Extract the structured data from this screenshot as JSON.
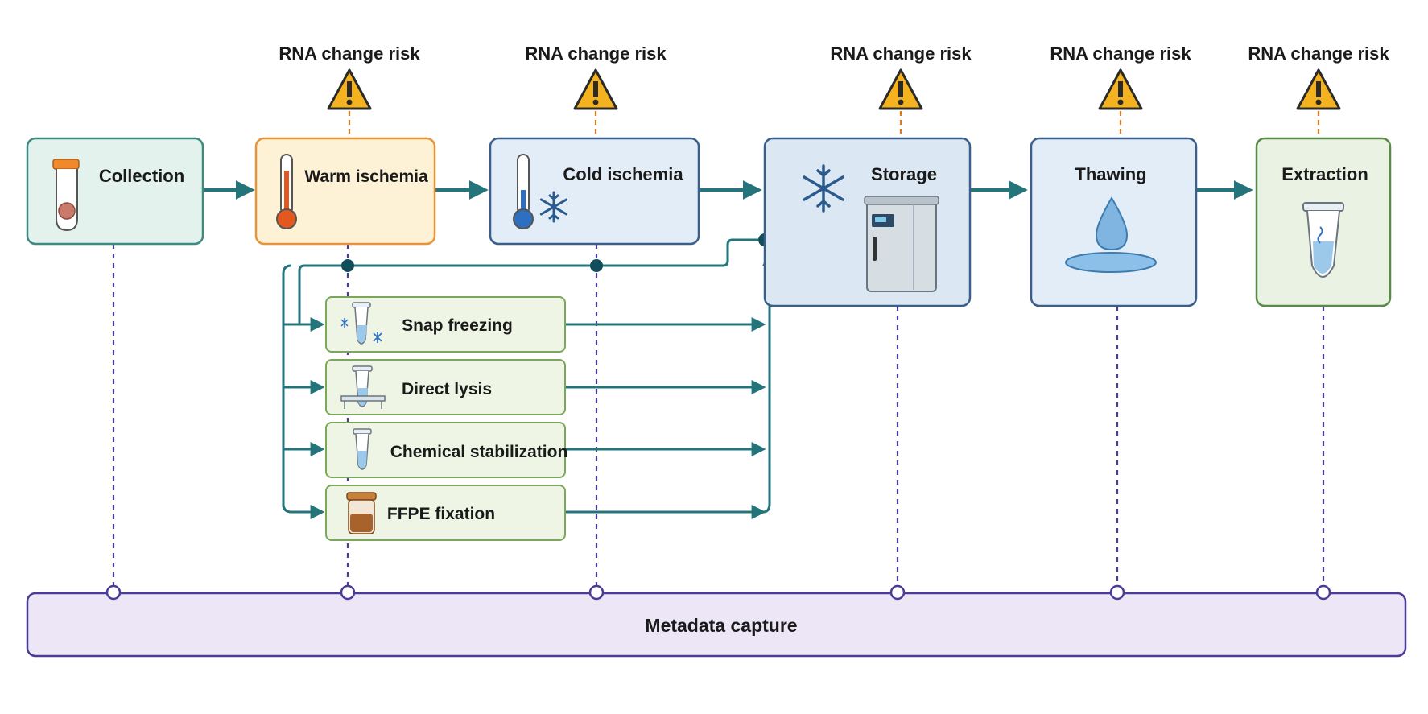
{
  "risk_label": "RNA change risk",
  "steps": {
    "collection": "Collection",
    "warm_ischemia": "Warm ischemia",
    "cold_ischemia": "Cold ischemia",
    "storage": "Storage",
    "thawing": "Thawing",
    "extraction": "Extraction"
  },
  "branches": {
    "snap_freezing": "Snap freezing",
    "direct_lysis": "Direct lysis",
    "chemical_stabilization": "Chemical stabilization",
    "ffpe_fixation": "FFPE fixation"
  },
  "metadata_label": "Metadata capture",
  "colors": {
    "flow_arrow": "#23757b",
    "metadata_line": "#4a3a9a",
    "warning": "#f5b21f",
    "warning_stem": "#e07a1a",
    "collection_bg": "#e4f2ee",
    "warm_bg": "#fdf1d6",
    "warm_border": "#e8943a",
    "cold_bg": "#e3edf7",
    "branch_bg": "#eef5e4",
    "branch_border": "#7aa85a",
    "metadata_bg": "#ece6f6"
  }
}
